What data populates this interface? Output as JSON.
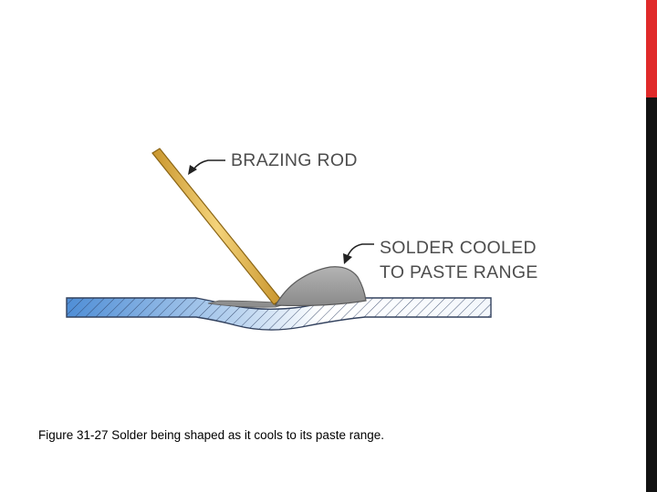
{
  "figure": {
    "labels": {
      "rod": "BRAZING ROD",
      "solder_line1": "SOLDER COOLED",
      "solder_line2": "TO PASTE RANGE"
    },
    "caption": "Figure 31-27 Solder being shaped as it cools to its paste range."
  },
  "colors": {
    "accent": "#e02a2a",
    "sidebar": "#121212",
    "rod_fill": "#e8b84a",
    "rod_edge": "#8a6414",
    "plate_blue": "#4f8ed6",
    "plate_light": "#e6f0fa",
    "solder": "#9c9c9c",
    "label": "#4d4d4d"
  }
}
